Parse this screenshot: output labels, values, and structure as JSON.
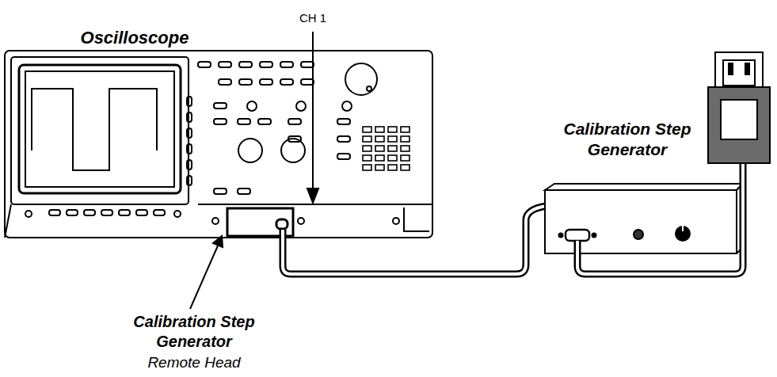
{
  "diagram": {
    "labels": [
      "CH 1",
      "Oscilloscope",
      "Calibration Step Generator",
      "Calibration Step Generator",
      "Remote Head"
    ]
  }
}
